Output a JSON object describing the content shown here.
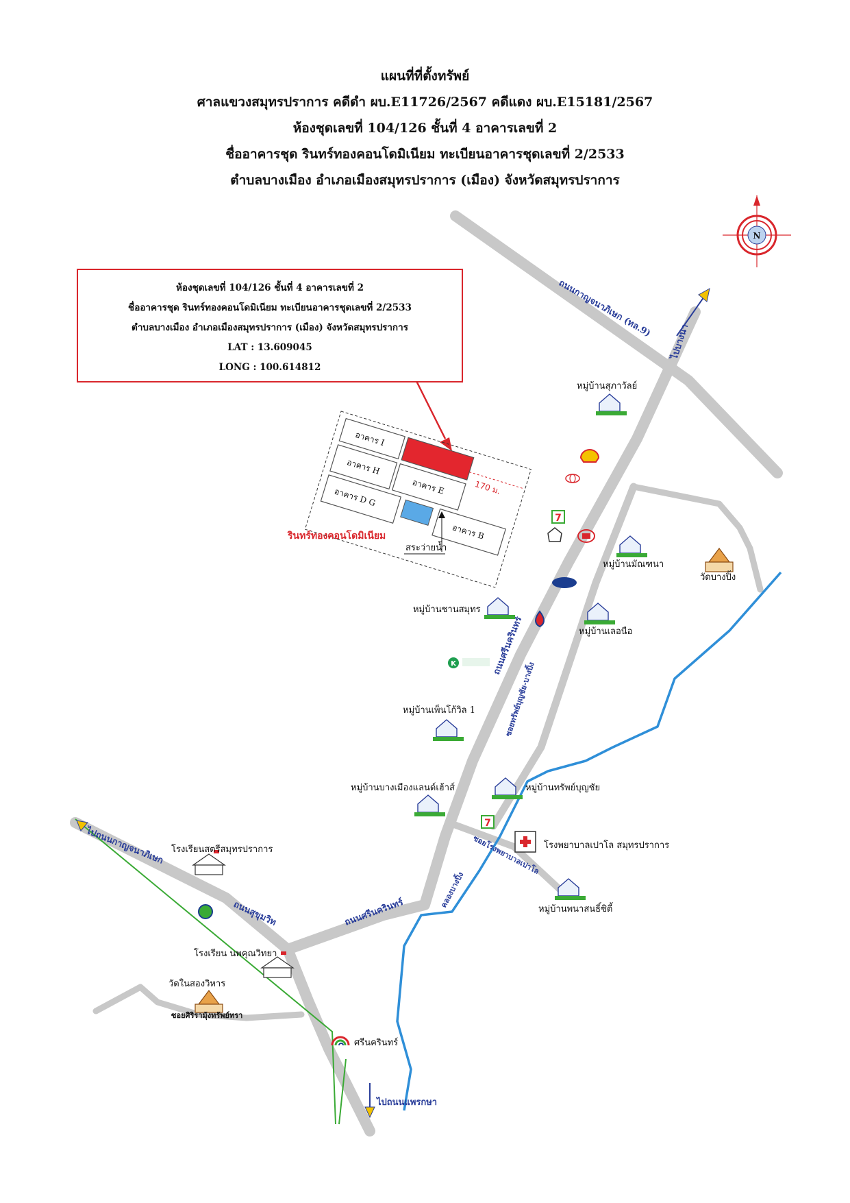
{
  "header": {
    "line1": "แผนที่ที่ตั้งทรัพย์",
    "line2": "ศาลแขวงสมุทรปราการ คดีดำ ผบ.E11726/2567 คดีแดง ผบ.E15181/2567",
    "line3": "ห้องชุดเลขที่ 104/126 ชั้นที่ 4 อาคารเลขที่ 2",
    "line4": "ชื่ออาคารชุด รินทร์ทองคอนโดมิเนียม ทะเบียนอาคารชุดเลขที่ 2/2533",
    "line5": "ตำบลบางเมือง อำเภอเมืองสมุทรปราการ (เมือง) จังหวัดสมุทรปราการ"
  },
  "infobox": {
    "line1": "ห้องชุดเลขที่ 104/126 ชั้นที่ 4 อาคารเลขที่ 2",
    "line2": "ชื่ออาคารชุด รินทร์ทองคอนโดมิเนียม ทะเบียนอาคารชุดเลขที่ 2/2533",
    "line3": "ตำบลบางเมือง อำเภอเมืองสมุทรปราการ (เมือง) จังหวัดสมุทรปราการ",
    "lat": "LAT : 13.609045",
    "long": "LONG : 100.614812"
  },
  "compass": {
    "label": "N"
  },
  "buildings": {
    "i": "อาคาร I",
    "h": "อาคาร H",
    "e": "อาคาร E",
    "b": "อาคาร B",
    "dg": "อาคาร D G",
    "distance": "170 ม."
  },
  "places": {
    "condo_name": "รินทร์ทองคอนโดมิเนียม",
    "pool": "สระว่ายน้ำ",
    "v_supawan": "หมู่บ้านสุภาวัลย์",
    "v_manthana": "หมู่บ้านมัณฑนา",
    "wat_bang_ping": "วัดบางปิ้ง",
    "v_chan_samut": "หมู่บ้านชานสมุทร",
    "v_lernuea": "หมู่บ้านเลอนือ",
    "v_penkowin": "หมู่บ้านเพ็นโก้วิล 1",
    "v_bangmuang_land": "หมู่บ้านบางเมืองแลนด์เฮ้าส์",
    "v_sap_boonchai": "หมู่บ้านทรัพย์บุญชัย",
    "hospital": "โรงพยาบาลเปาโล สมุทรปราการ",
    "v_phanasan": "หมู่บ้านพนาสนธิ์ซิตี้",
    "school_satri": "โรงเรียนสตรีสมุทรปราการ",
    "school_nuch": "โรงเรียน นพคุณวิทยา",
    "wat_nai": "วัดในสองวิหาร",
    "bts": "ศรีนครินทร์",
    "soi_siri": "ซอยศิริรามุ้งทรัพย์ทรา"
  },
  "roads": {
    "kanchana": "ถนนกาญจนาภิเษก (ทล.9)",
    "to_bangna": "ไปบางนา",
    "srinakarin1": "ถนนศรีนครินทร์",
    "srinakarin2": "ถนนศรีนครินทร์",
    "soi_sap": "ซอยทรัพย์บุญชัย-บางปิ้ง",
    "soi_hospital": "ซอยโรงพยาบาลเปาโล",
    "khlong": "คลองบางปิ้ง",
    "to_kanchana": "ไปถนนกาญจนาภิเษก",
    "sukhumvit": "ถนนสุขุมวิท",
    "to_phraeksa": "ไปถนนแพรกษา"
  },
  "icons": {
    "shell": "shell-logo-icon",
    "toyota": "toyota-logo-icon",
    "seven": "seven-eleven-icon",
    "hino": "hino-logo-icon",
    "ford": "ford-logo-icon",
    "ptt": "ptt-logo-icon",
    "kbank": "kasikorn-bank-icon"
  },
  "colors": {
    "accent_red": "#d9262c",
    "road_gray": "#c8c8c8",
    "river_blue": "#2f8fd8",
    "bts_green": "#3aaa35",
    "road_label_blue": "#2a3e9a",
    "unit_red": "#e3262e",
    "pool_blue": "#5aa9e6"
  }
}
